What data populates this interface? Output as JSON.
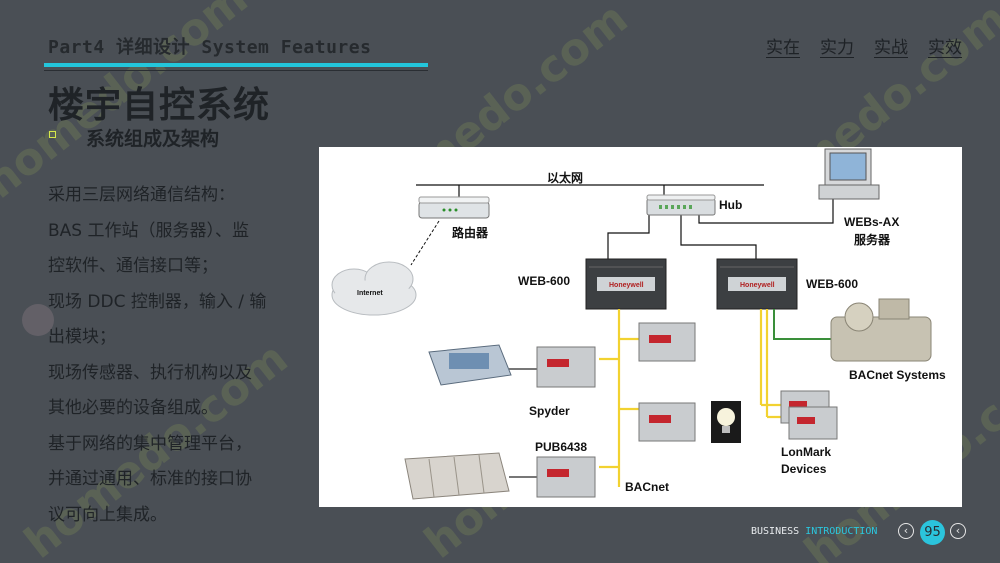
{
  "header": {
    "part_title": "Part4  详细设计  System Features",
    "tags": [
      "实在",
      "实力",
      "实战",
      "实效"
    ]
  },
  "main_title": "楼宇自控系统",
  "subtitle": "系统组成及架构",
  "body_lines": [
    "采用三层网络通信结构：",
    "BAS 工作站（服务器）、监",
    "控软件、通信接口等；",
    "现场 DDC 控制器，输入 / 输",
    "出模块；",
    "现场传感器、执行机构以及",
    "其他必要的设备组成。",
    "基于网络的集中管理平台，",
    "并通过通用、标准的接口协",
    "议可向上集成。"
  ],
  "diagram": {
    "ethernet": "以太网",
    "router": "路由器",
    "internet": "Internet",
    "hub": "Hub",
    "server_line1": "WEBs-AX",
    "server_line2": "服务器",
    "web600_left": "WEB-600",
    "web600_right": "WEB-600",
    "controller_brand": "Honeywell",
    "spyder": "Spyder",
    "pub": "PUB6438",
    "bacnet": "BACnet",
    "bacnet_systems": "BACnet Systems",
    "lonmark_line1": "LonMark",
    "lonmark_line2": "Devices"
  },
  "footer": {
    "business": "BUSINESS",
    "introduction": "INTRODUCTION",
    "page": "95",
    "prev_icon": "chevron-left-icon",
    "next_icon": "chevron-left-icon"
  },
  "colors": {
    "background": "#4a4f55",
    "accent": "#23c6dc",
    "bus_yellow": "#f2d230",
    "lon_green": "#3a8f3a"
  }
}
